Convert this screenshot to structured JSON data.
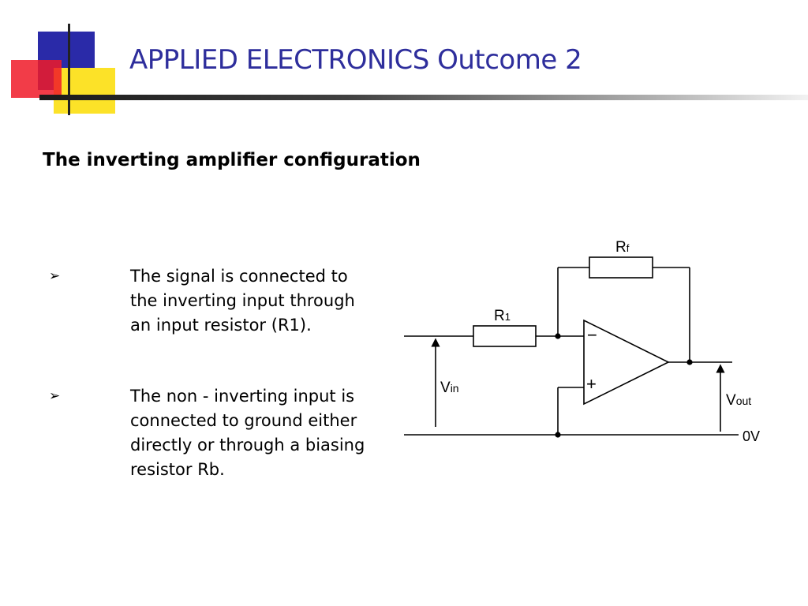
{
  "slide": {
    "title": "APPLIED ELECTRONICS Outcome 2",
    "subtitle": "The inverting amplifier configuration"
  },
  "bullets": [
    {
      "marker": "➢",
      "text": "The signal is connected to the inverting input through an input resistor (R1)."
    },
    {
      "marker": "➢",
      "text": "The non - inverting input is connected to ground either directly or through a biasing resistor Rb."
    }
  ],
  "circuit": {
    "rf_main": "R",
    "rf_sub": "f",
    "r1_main": "R",
    "r1_sub": "1",
    "vin_main": "V",
    "vin_sub": "in",
    "vout_main": "V",
    "vout_sub": "out",
    "ground_label": "0V",
    "minus_sign": "−",
    "plus_sign": "+"
  }
}
